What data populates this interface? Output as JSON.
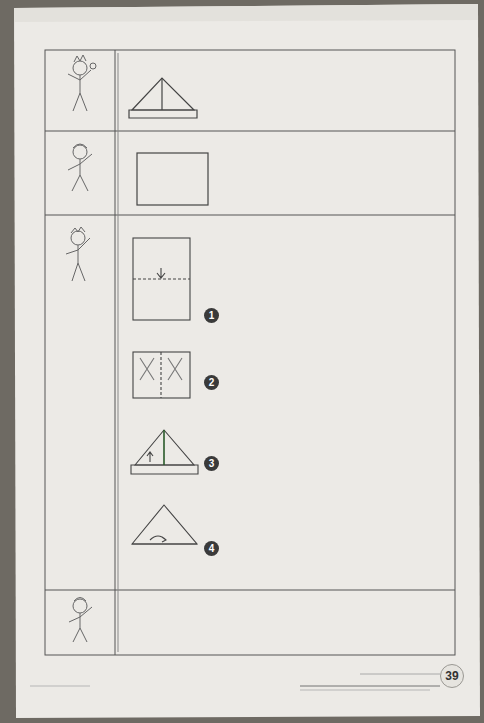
{
  "diagram": {
    "labels": [
      "1",
      "2",
      "3",
      "4",
      "39"
    ]
  }
}
